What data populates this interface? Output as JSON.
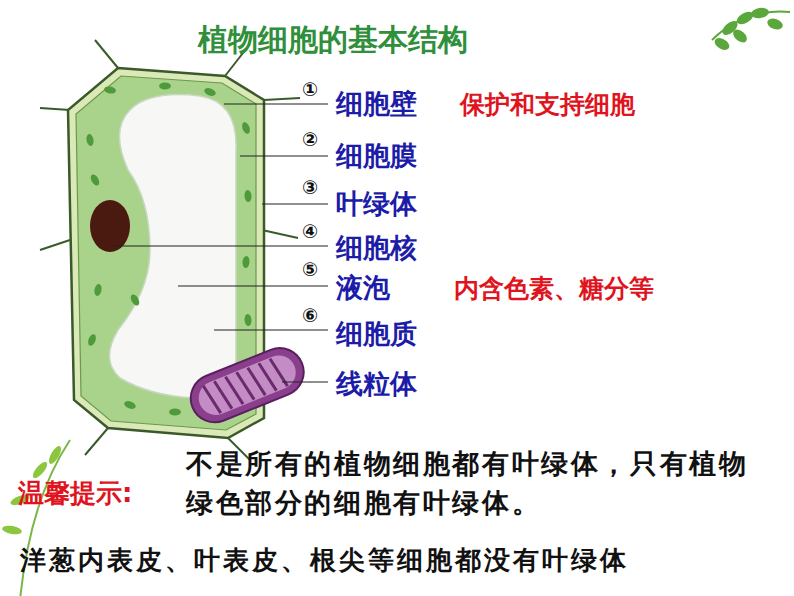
{
  "diagram": {
    "title": "植物细胞的基本结构",
    "labels": [
      "①",
      "细胞壁",
      "保护和支持细胞",
      "②",
      "细胞膜",
      "③",
      "叶绿体",
      "④",
      "细胞核",
      "⑤",
      "液泡",
      "内含色素、糖分等",
      "⑥",
      "细胞质",
      "线粒体",
      "温馨提示:",
      "不是所有的植物细胞都有叶绿体，只有植物绿色部分的细胞有叶绿体。",
      "洋葱内表皮、叶表皮、根尖等细胞都没有叶绿体"
    ]
  }
}
